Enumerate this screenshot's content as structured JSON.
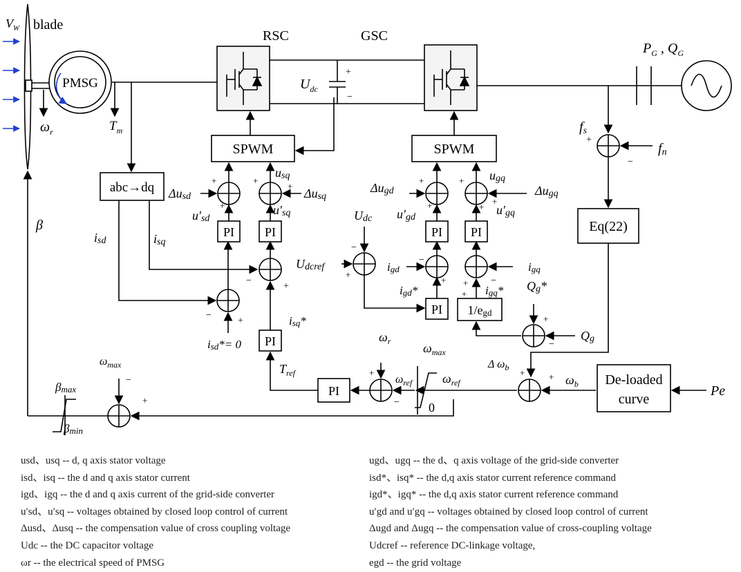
{
  "labels": {
    "vw": "V_W",
    "blade": "blade",
    "pmsg": "PMSG",
    "omega_r": "ω_r",
    "tm": "T_m",
    "rsc": "RSC",
    "gsc": "GSC",
    "udc": "U_dc",
    "pg_qg": "P_G , Q_G",
    "spwm_left": "SPWM",
    "spwm_right": "SPWM",
    "abc_dq": "abc→dq",
    "beta": "β",
    "isd": "isd",
    "isq": "isq",
    "usd": "Δusd",
    "usq": "usq",
    "delta_usq": "Δusq",
    "u_sd_prime": "u′sd",
    "u_sq_prime": "u′sq",
    "pi": "PI",
    "isd_star": "isd*= 0",
    "isq_star": "isq*",
    "tref": "T_ref",
    "udc_in": "Udc",
    "udcref": "Udcref",
    "delta_ugd": "Δugd",
    "ugq": "ugq",
    "delta_ugq": "Δugq",
    "u_gd_prime": "u′gd",
    "u_gq_prime": "u′gq",
    "igd": "igd",
    "igq": "igq",
    "igd_star": "igd*",
    "igq_star": "igq*",
    "one_over_egd": "1/egd",
    "qg_star": "Qg*",
    "qg": "Qg",
    "fs": "fs",
    "fn": "fn",
    "eq22": "Eq(22)",
    "delta_omega_b": "Δ ωb",
    "omega_b": "ωb",
    "deloaded_line1": "De-loaded",
    "deloaded_line2": "curve",
    "pe": "Pe",
    "omega_r_in": "ωr",
    "omega_ref": "ωref",
    "omega_ref2": "ωref",
    "omega_max": "ωmax",
    "omega_max2": "ωmax",
    "zero": "0",
    "beta_max": "βmax",
    "beta_min": "βmin"
  },
  "legend_left": [
    "usd、usq -- d, q axis stator voltage",
    "isd、isq -- the d and q axis stator current",
    "igd、igq -- the d and q axis current of the grid-side converter",
    "u′sd、u′sq -- voltages obtained by closed loop control of current",
    "Δusd、Δusq -- the compensation value of cross coupling voltage",
    "Udc -- the DC capacitor voltage",
    "ωr -- the electrical speed of PMSG"
  ],
  "legend_right": [
    "ugd、ugq -- the d、q axis voltage of the grid-side converter",
    "isd*、isq* -- the d,q axis stator current reference command",
    "igd*、igq* -- the d,q axis stator current reference command",
    "u′gd and u′gq -- voltages obtained by closed loop control of current",
    "Δugd and Δugq -- the compensation value of cross-coupling voltage",
    "Udcref -- reference DC-linkage voltage,",
    "egd -- the grid voltage"
  ],
  "colors": {
    "wind_arrow": "#1f3fcf",
    "rotation_arrow": "#1f3fcf",
    "converter_fill": "#f4f4f4"
  }
}
